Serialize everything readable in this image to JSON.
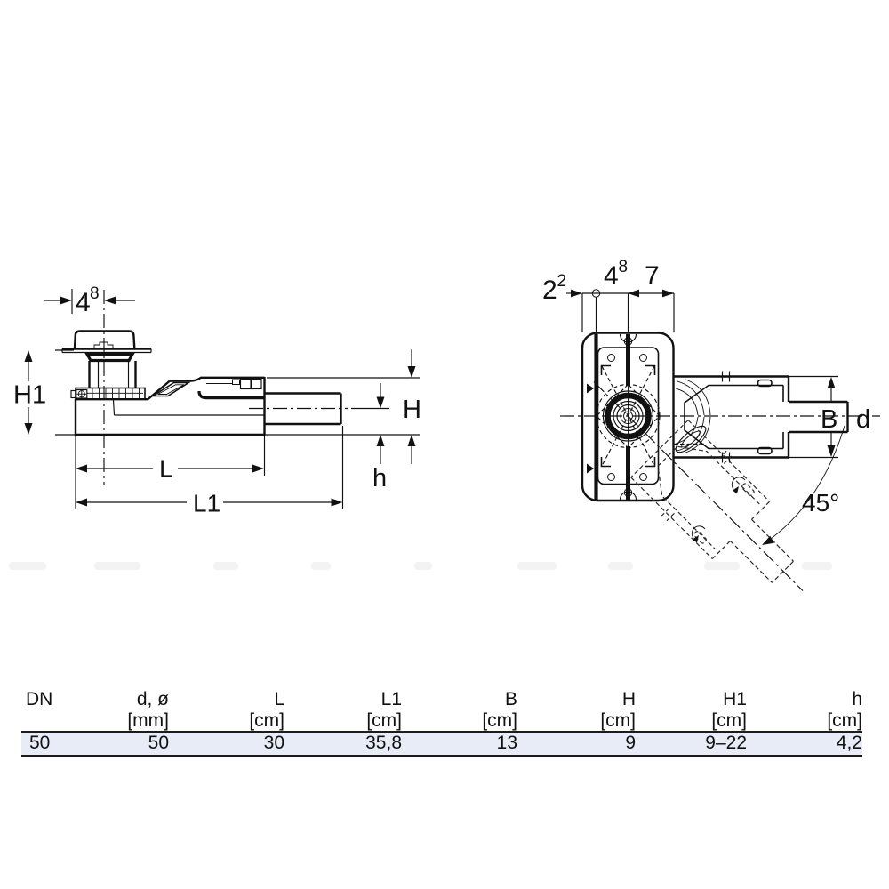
{
  "left_view": {
    "dim_48": {
      "base": "4",
      "sup": "8"
    },
    "labels": {
      "h1": "H1",
      "h_upper": "H",
      "h_lower": "h",
      "l": "L",
      "l1": "L1"
    }
  },
  "right_view": {
    "dim_22": {
      "base": "2",
      "sup": "2"
    },
    "dim_48": {
      "base": "4",
      "sup": "8"
    },
    "dim_7": "7",
    "labels": {
      "b": "B",
      "d": "d",
      "angle": "45°"
    }
  },
  "table": {
    "columns": [
      {
        "name": "DN",
        "unit": ""
      },
      {
        "name": "d, ø",
        "unit": "[mm]"
      },
      {
        "name": "L",
        "unit": "[cm]"
      },
      {
        "name": "L1",
        "unit": "[cm]"
      },
      {
        "name": "B",
        "unit": "[cm]"
      },
      {
        "name": "H",
        "unit": "[cm]"
      },
      {
        "name": "H1",
        "unit": "[cm]"
      },
      {
        "name": "h",
        "unit": "[cm]"
      }
    ],
    "rows": [
      [
        "50",
        "50",
        "30",
        "35,8",
        "13",
        "9",
        "9–22",
        "4,2"
      ]
    ]
  },
  "colors": {
    "row_highlight": "#e8ecf6",
    "ink": "#111111"
  }
}
